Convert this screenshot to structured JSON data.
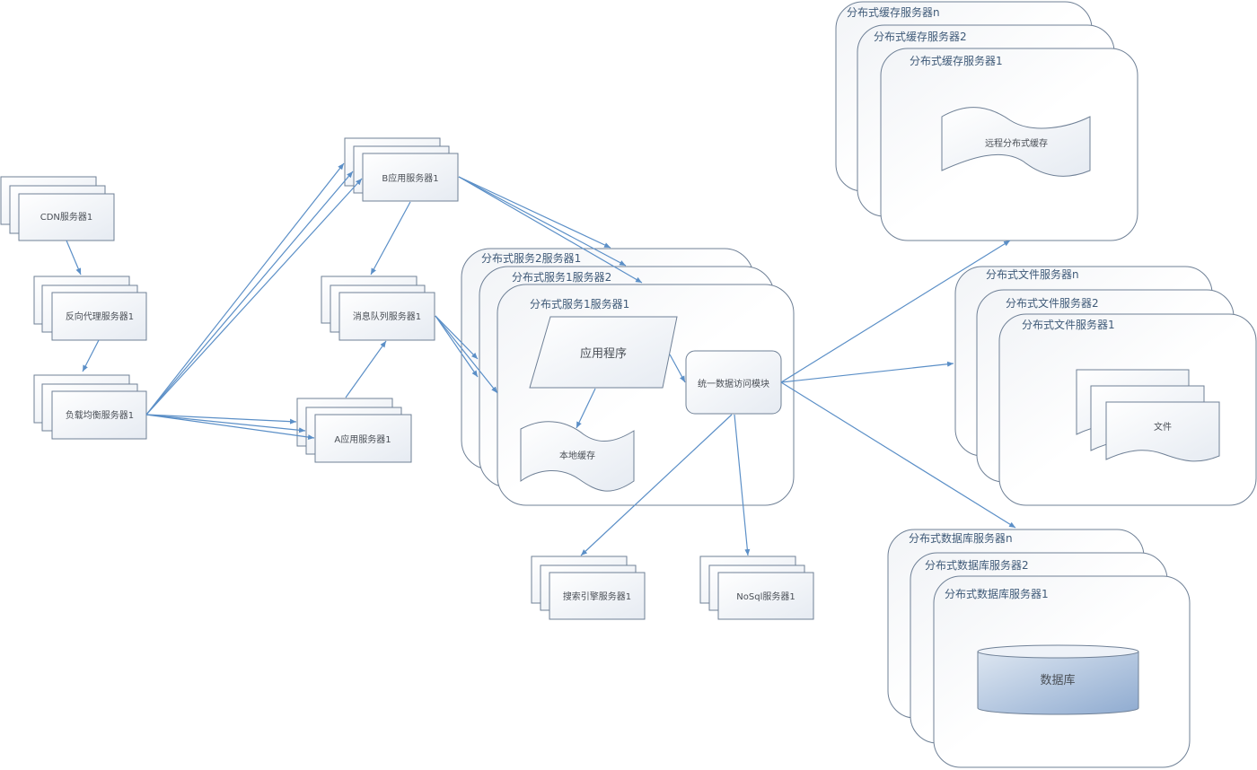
{
  "nodes": {
    "cdn": "CDN服务器1",
    "reverse_proxy": "反向代理服务器1",
    "load_balancer": "负载均衡服务器1",
    "b_app": "B应用服务器1",
    "message_queue": "消息队列服务器1",
    "a_app": "A应用服务器1",
    "search": "搜索引擎服务器1",
    "nosql": "NoSql服务器1"
  },
  "service_cluster": {
    "back": "分布式服务2服务器1",
    "middle": "分布式服务1服务器2",
    "front": "分布式服务1服务器1",
    "application": "应用程序",
    "local_cache": "本地缓存",
    "data_access": "统一数据访问模块"
  },
  "cache_cluster": {
    "back": "分布式缓存服务器n",
    "middle": "分布式缓存服务器2",
    "front": "分布式缓存服务器1",
    "content": "远程分布式缓存"
  },
  "file_cluster": {
    "back": "分布式文件服务器n",
    "middle": "分布式文件服务器2",
    "front": "分布式文件服务器1",
    "content": "文件"
  },
  "db_cluster": {
    "back": "分布式数据库服务器n",
    "middle": "分布式数据库服务器2",
    "front": "分布式数据库服务器1",
    "content": "数据库"
  }
}
